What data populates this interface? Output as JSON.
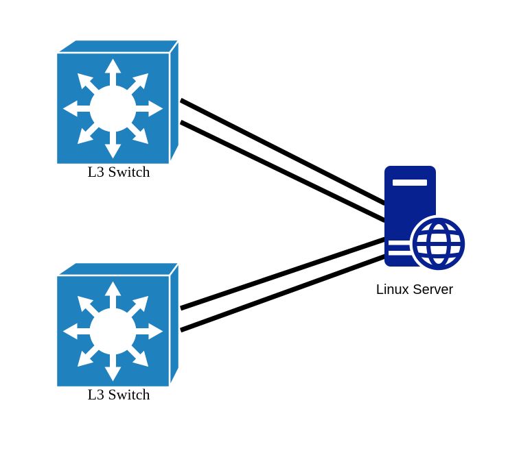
{
  "diagram": {
    "type": "network-topology",
    "nodes": {
      "switch_top": {
        "type": "l3-switch",
        "label": "L3 Switch"
      },
      "switch_bottom": {
        "type": "l3-switch",
        "label": "L3 Switch"
      },
      "server": {
        "type": "linux-server",
        "label": "Linux Server"
      }
    },
    "links": [
      {
        "from": "switch_top",
        "to": "server"
      },
      {
        "from": "switch_top",
        "to": "server"
      },
      {
        "from": "switch_bottom",
        "to": "server"
      },
      {
        "from": "switch_bottom",
        "to": "server"
      }
    ]
  },
  "colors": {
    "canvas_bg": "#ffffff",
    "switch_blue": "#1f81be",
    "server_navy": "#082191",
    "link_color": "#000000"
  }
}
